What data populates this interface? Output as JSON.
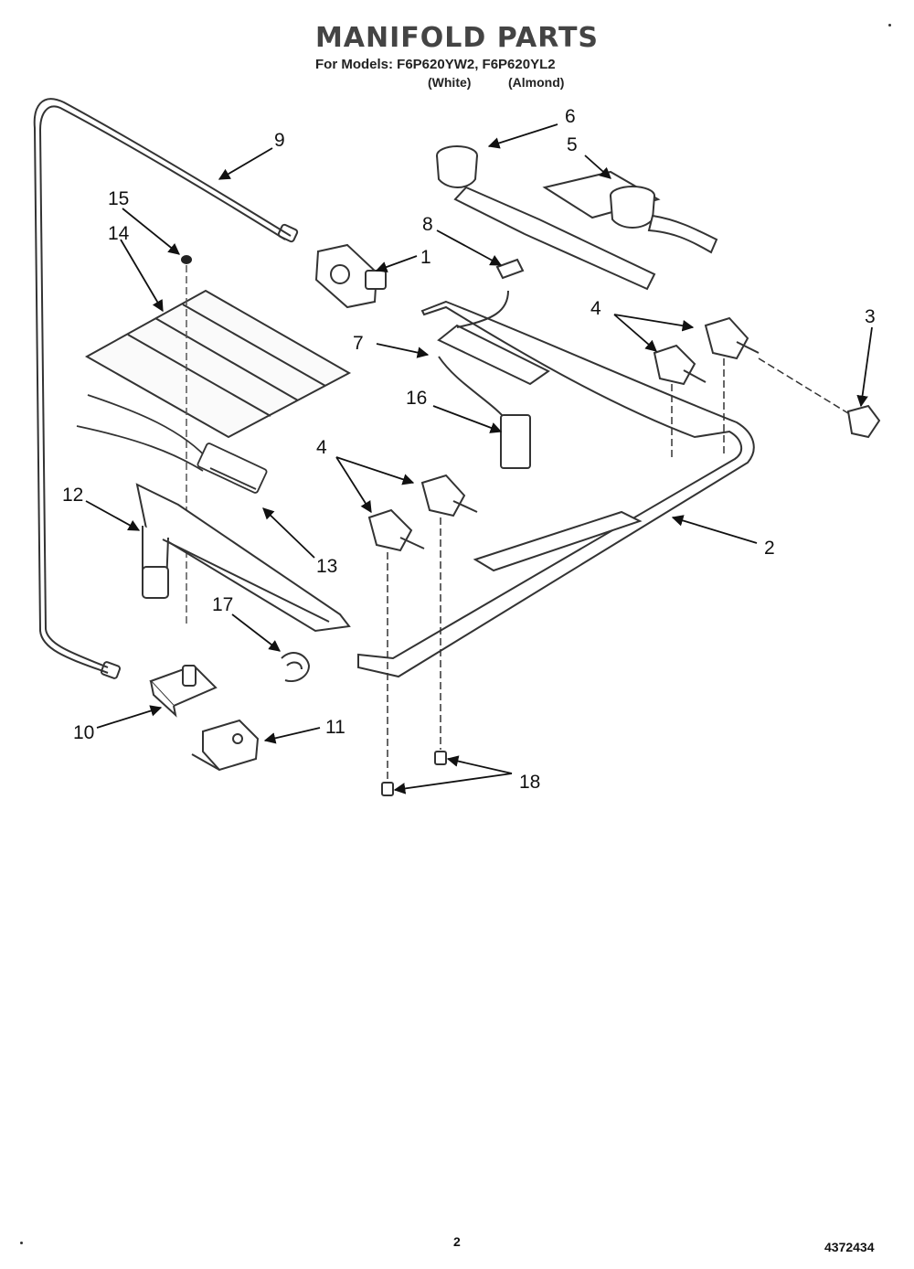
{
  "header": {
    "title": "MANIFOLD PARTS",
    "models_line": "For Models: F6P620YW2, F6P620YL2",
    "color_white": "(White)",
    "color_almond": "(Almond)"
  },
  "callouts": {
    "c1": "1",
    "c2": "2",
    "c3": "3",
    "c4a": "4",
    "c4b": "4",
    "c5": "5",
    "c6": "6",
    "c7": "7",
    "c8": "8",
    "c9": "9",
    "c10": "10",
    "c11": "11",
    "c12": "12",
    "c13": "13",
    "c14": "14",
    "c15": "15",
    "c16": "16",
    "c17": "17",
    "c18": "18"
  },
  "footer": {
    "page_number": "2",
    "part_number": "4372434"
  }
}
